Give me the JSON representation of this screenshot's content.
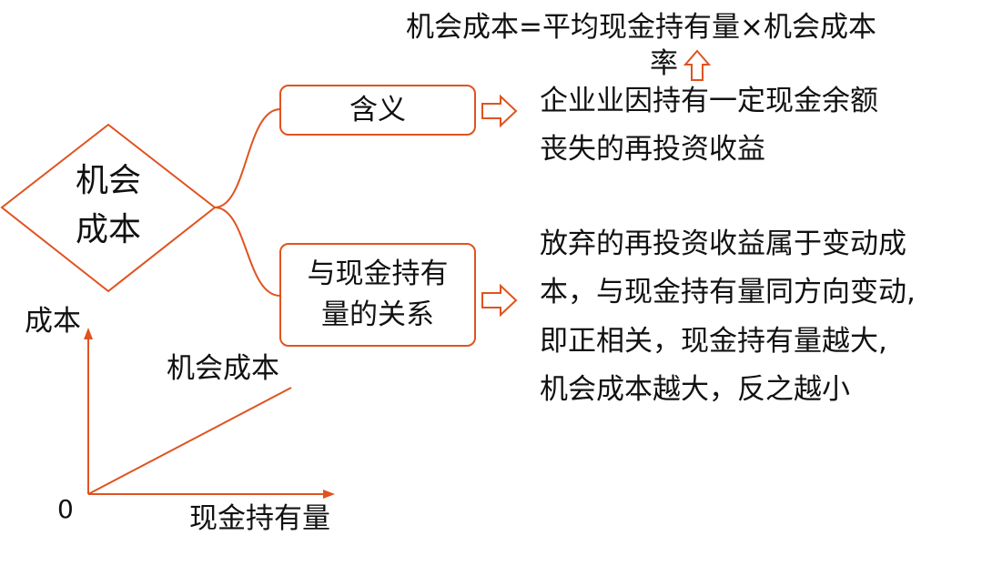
{
  "formula": {
    "line1": "机会成本=平均现金持有量×机会成本",
    "line2": "率"
  },
  "root": {
    "line1": "机会",
    "line2": "成本"
  },
  "branches": {
    "meaning": {
      "label": "含义",
      "desc": [
        "企业业因持有一定现金余额",
        "丧失的再投资收益"
      ]
    },
    "relation": {
      "label_line1": "与现金持有",
      "label_line2": "量的关系",
      "desc": [
        "放弃的再投资收益属于变动成",
        "本，与现金持有量同方向变动,",
        "即正相关，现金持有量越大,",
        "机会成本越大，反之越小"
      ]
    }
  },
  "graph": {
    "y_axis_label": "成本",
    "x_axis_label": "现金持有量",
    "origin_label": "0",
    "line_label": "机会成本"
  },
  "colors": {
    "accent": "#e0531f",
    "text": "#111111"
  }
}
